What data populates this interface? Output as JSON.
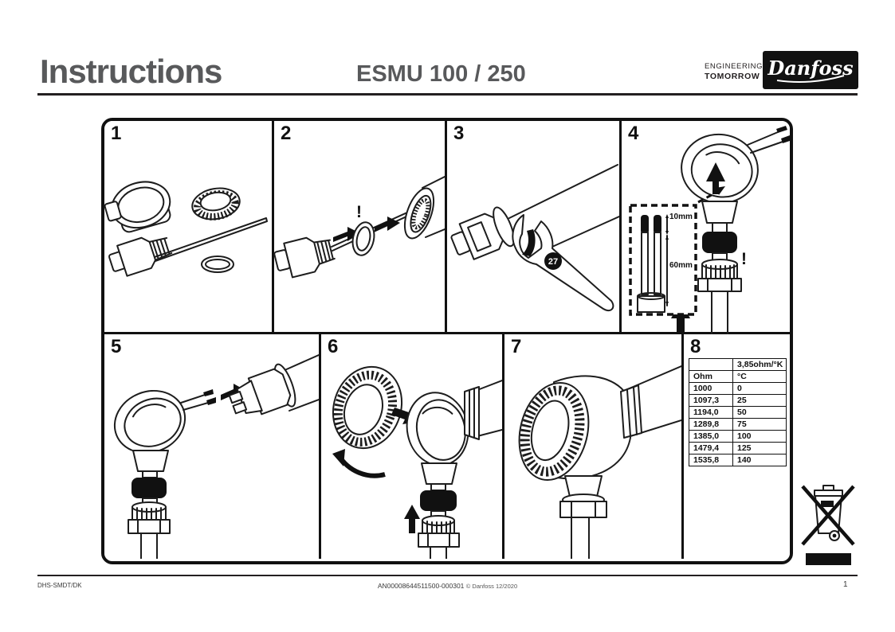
{
  "header": {
    "title": "Instructions",
    "subtitle": "ESMU 100 / 250",
    "tagline_line1": "ENGINEERING",
    "tagline_line2": "TOMORROW",
    "logo_text": "Danfoss"
  },
  "panels": [
    {
      "number": "1"
    },
    {
      "number": "2"
    },
    {
      "number": "3"
    },
    {
      "number": "4"
    },
    {
      "number": "5"
    },
    {
      "number": "6"
    },
    {
      "number": "7"
    },
    {
      "number": "8"
    }
  ],
  "annotations": {
    "exclamation": "!",
    "wrench_size": "27",
    "strip_tip": "10mm",
    "strip_length": "60mm"
  },
  "table": {
    "corner": "",
    "unit_header": "3,85ohm/°K",
    "col_ohm": "Ohm",
    "col_temp": "°C",
    "rows": [
      [
        "1000",
        "0"
      ],
      [
        "1097,3",
        "25"
      ],
      [
        "1194,0",
        "50"
      ],
      [
        "1289,8",
        "75"
      ],
      [
        "1385,0",
        "100"
      ],
      [
        "1479,4",
        "125"
      ],
      [
        "1535,8",
        "140"
      ]
    ]
  },
  "footer": {
    "left_code": "DHS-SMDT/DK",
    "doc_number": "AN00008644511500-000301",
    "copyright": "© Danfoss 12/2020",
    "page": "1"
  },
  "colors": {
    "title_gray": "#58595B",
    "ink": "#231F20",
    "logo_bg": "#111111",
    "logo_text": "#FFFFFF"
  }
}
